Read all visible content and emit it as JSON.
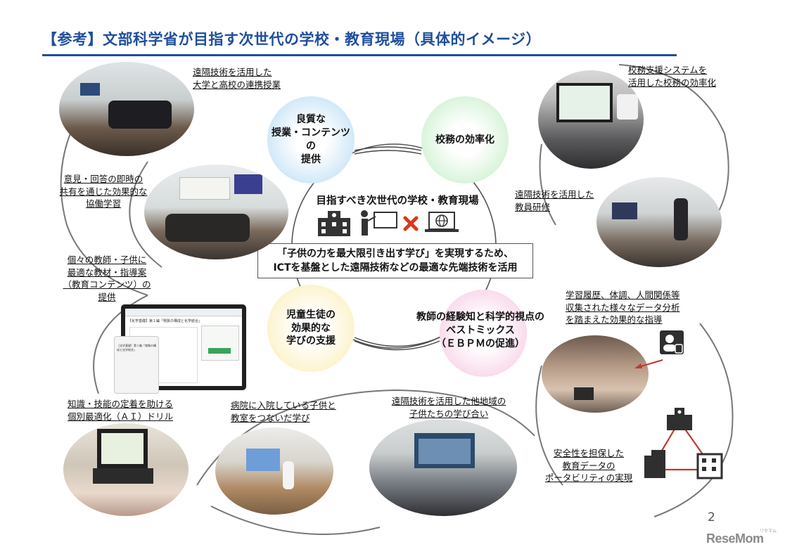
{
  "title": "【参考】文部科学省が目指す次世代の学校・教育現場（具体的イメージ）",
  "bubbles": {
    "quality": "良質な\n授業・コンテンツの\n提供",
    "efficiency": "校務の効率化",
    "support": "児童生徒の\n効果的な\n学びの支援",
    "ebpm": "教師の経験知と科学的視点の\nベストミックス\n（ＥＢＰＭの促進）"
  },
  "center": {
    "heading": "目指すべき次世代の学校・教育現場",
    "line1": "「子供の力を最大限引き出す学び」を実現するため、",
    "line2": "ICTを基盤とした遠隔技術などの最適な先端技術を活用"
  },
  "captions": {
    "remote_univ": "遠隔技術を活用した\n大学と高校の連携授業",
    "collab": "意見・回答の即時の\n共有を通じた効果的な\n協働学習",
    "materials": "個々の教師・子供に\n最適な教材・指導案\n（教育コンテンツ）の\n提供",
    "drill": "知識・技能の定着を助ける\n個別最適化（ＡＩ）ドリル",
    "hospital": "病院に入院している子供と\n教室をつないだ学び",
    "remote_region": "遠隔技術を活用した他地域の\n子供たちの学び合い",
    "admin_system": "校務支援システムを\n活用した校務の効率化",
    "teacher_training": "遠隔技術を活用した\n教員研修",
    "data_analysis": "学習履歴、体調、人間関係等\n収集された様々なデータ分析\nを踏まえた効果的な指導",
    "portability": "安全性を担保した\n教育データの\nポータビリティの実現"
  },
  "tablet": {
    "header": "【化学基礎】第１編「物質の構成と化学結合」",
    "left_heading": "［化学基礎］第１編「物質の構成と化学結合」"
  },
  "page_number": "2",
  "logo": "ReseMom",
  "logo_sub": "リセマム",
  "colors": {
    "title": "#1f4e9c",
    "cross": "#d9381e",
    "network": "#c0392b"
  },
  "icons": [
    "school-icon",
    "teacher-board-icon",
    "cross-icon",
    "laptop-globe-icon",
    "data-person-icon",
    "network-school-icon"
  ]
}
